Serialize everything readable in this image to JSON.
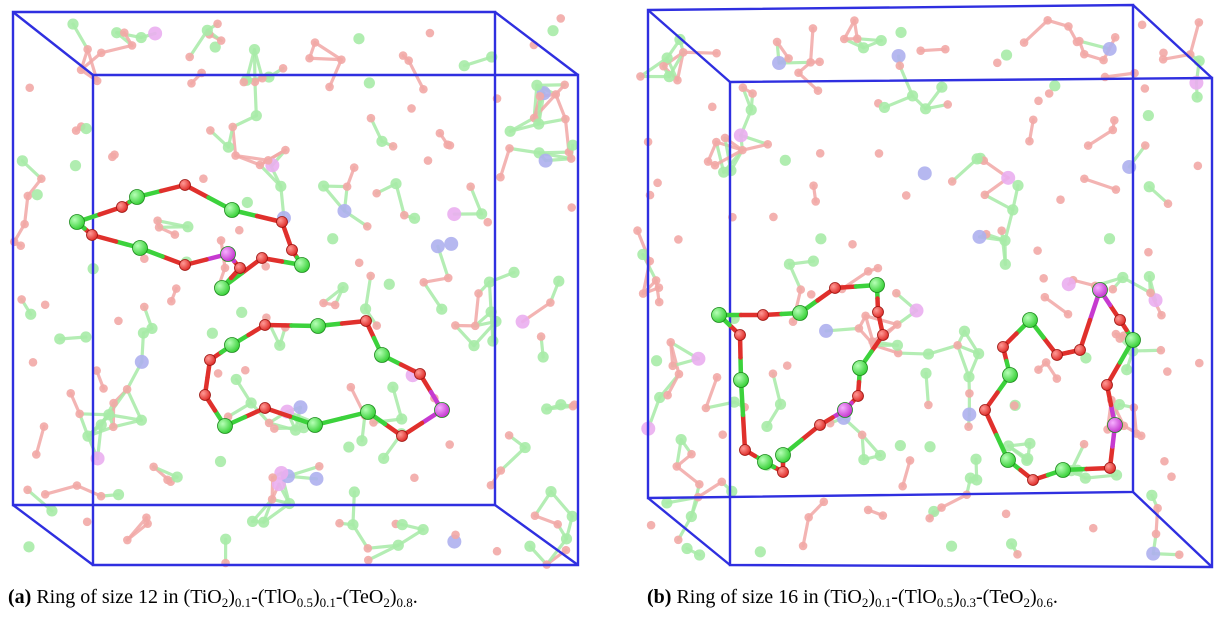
{
  "colors": {
    "box_edge": "#2f2fe0",
    "oxygen": "#e0302c",
    "oxygen_faded": "#f2a8a6",
    "metal_ti": "#3cd23c",
    "metal_faded": "#a7eba7",
    "tellurium": "#c63ad0",
    "tellurium_faded": "#eaaef0",
    "thallium_faded": "#aeb0ee"
  },
  "atom_legend_icons": [
    "oxygen-atom",
    "titanium-atom",
    "tellurium-atom",
    "thallium-atom"
  ],
  "panels": [
    {
      "label": "(a)",
      "caption_text": "Ring of size 12 in ",
      "formula": [
        {
          "base": "(TiO",
          "sub": "2"
        },
        {
          "base": ")",
          "sub": "0.1"
        },
        {
          "base": "-(TlO",
          "sub": "0.5"
        },
        {
          "base": ")",
          "sub": "0.1"
        },
        {
          "base": "-(TeO",
          "sub": "2"
        },
        {
          "base": ")",
          "sub": "0.8"
        }
      ],
      "caption_end": "."
    },
    {
      "label": "(b)",
      "caption_text": "Ring of size 16 in ",
      "formula": [
        {
          "base": "(TiO",
          "sub": "2"
        },
        {
          "base": ")",
          "sub": "0.1"
        },
        {
          "base": "-(TlO",
          "sub": "0.5"
        },
        {
          "base": ")",
          "sub": "0.3"
        },
        {
          "base": "-(TeO",
          "sub": "2"
        },
        {
          "base": ")",
          "sub": "0.6"
        }
      ],
      "caption_end": "."
    }
  ]
}
